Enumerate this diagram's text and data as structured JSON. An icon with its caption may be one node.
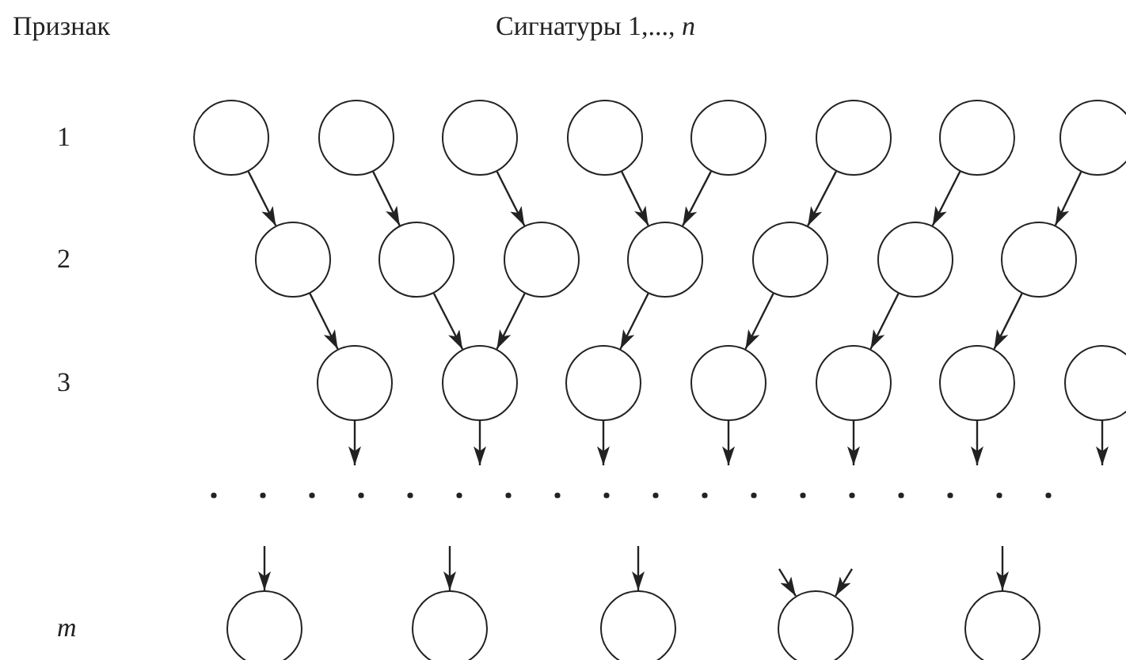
{
  "diagram": {
    "title": "Сигнатуры 1,..., *n*",
    "nodes": [
      {
        "text": [],
        "shape": "circle"
      },
      {
        "text": [],
        "shape": "circle"
      },
      {
        "text": [],
        "shape": "circle"
      },
      {
        "text": [],
        "shape": "circle"
      },
      {
        "text": [],
        "shape": "circle"
      },
      {
        "text": [],
        "shape": "circle"
      },
      {
        "text": [],
        "shape": "circle"
      },
      {
        "text": [],
        "shape": "circle"
      },
      {
        "text": [],
        "shape": "circle"
      },
      {
        "text": [],
        "shape": "circle"
      },
      {
        "text": [],
        "shape": "circle"
      },
      {
        "text": [],
        "shape": "circle"
      },
      {
        "text": [],
        "shape": "circle"
      },
      {
        "text": [],
        "shape": "circle"
      },
      {
        "text": [],
        "shape": "circle"
      },
      {
        "text": [],
        "shape": "circle"
      },
      {
        "text": [],
        "shape": "circle"
      },
      {
        "text": [],
        "shape": "circle"
      },
      {
        "text": [],
        "shape": "circle"
      },
      {
        "text": [],
        "shape": "circle"
      },
      {
        "text": [],
        "shape": "circle"
      },
      {
        "text": [],
        "shape": "circle"
      },
      {
        "text": [],
        "shape": "circle"
      },
      {
        "text": [],
        "shape": "circle"
      },
      {
        "text": [],
        "shape": "circle"
      },
      {
        "text": [],
        "shape": "circle"
      },
      {
        "text": [],
        "shape": "circle"
      }
    ],
    "edges": [
      {
        "from": 0,
        "to": 8,
        "arrow": "to"
      },
      {
        "from": 1,
        "to": 9,
        "arrow": "to"
      },
      {
        "from": 2,
        "to": 10,
        "arrow": "to"
      },
      {
        "from": 3,
        "to": 11,
        "arrow": "to"
      },
      {
        "from": 4,
        "to": 11,
        "arrow": "to"
      },
      {
        "from": 5,
        "to": 12,
        "arrow": "to"
      },
      {
        "from": 6,
        "to": 13,
        "arrow": "to"
      },
      {
        "from": 7,
        "to": 14,
        "arrow": "to"
      },
      {
        "from": 8,
        "to": 15,
        "arrow": "to"
      },
      {
        "from": 9,
        "to": 16,
        "arrow": "to"
      },
      {
        "from": 10,
        "to": 16,
        "arrow": "to"
      },
      {
        "from": 11,
        "to": 17,
        "arrow": "to"
      },
      {
        "from": 12,
        "to": 18,
        "arrow": "to"
      },
      {
        "from": 13,
        "to": 19,
        "arrow": "to"
      },
      {
        "from": 14,
        "to": 20,
        "arrow": "to"
      },
      {
        "from": 15,
        "to": null,
        "arrow": "to"
      },
      {
        "from": 16,
        "to": null,
        "arrow": "to"
      },
      {
        "from": 17,
        "to": null,
        "arrow": "to"
      },
      {
        "from": 18,
        "to": null,
        "arrow": "to"
      },
      {
        "from": 19,
        "to": null,
        "arrow": "to"
      },
      {
        "from": 20,
        "to": null,
        "arrow": "to"
      },
      {
        "from": 21,
        "to": null,
        "arrow": "to"
      },
      {
        "from": null,
        "to": 22,
        "arrow": "to"
      },
      {
        "from": null,
        "to": 23,
        "arrow": "to"
      },
      {
        "from": null,
        "to": 24,
        "arrow": "to"
      },
      {
        "from": null,
        "to": 25,
        "arrow": "to"
      },
      {
        "from": null,
        "to": 25,
        "arrow": "to"
      },
      {
        "from": null,
        "to": 26,
        "arrow": "to"
      }
    ],
    "labels": [
      "Признак",
      "1",
      "2",
      "3",
      "*m*"
    ]
  }
}
